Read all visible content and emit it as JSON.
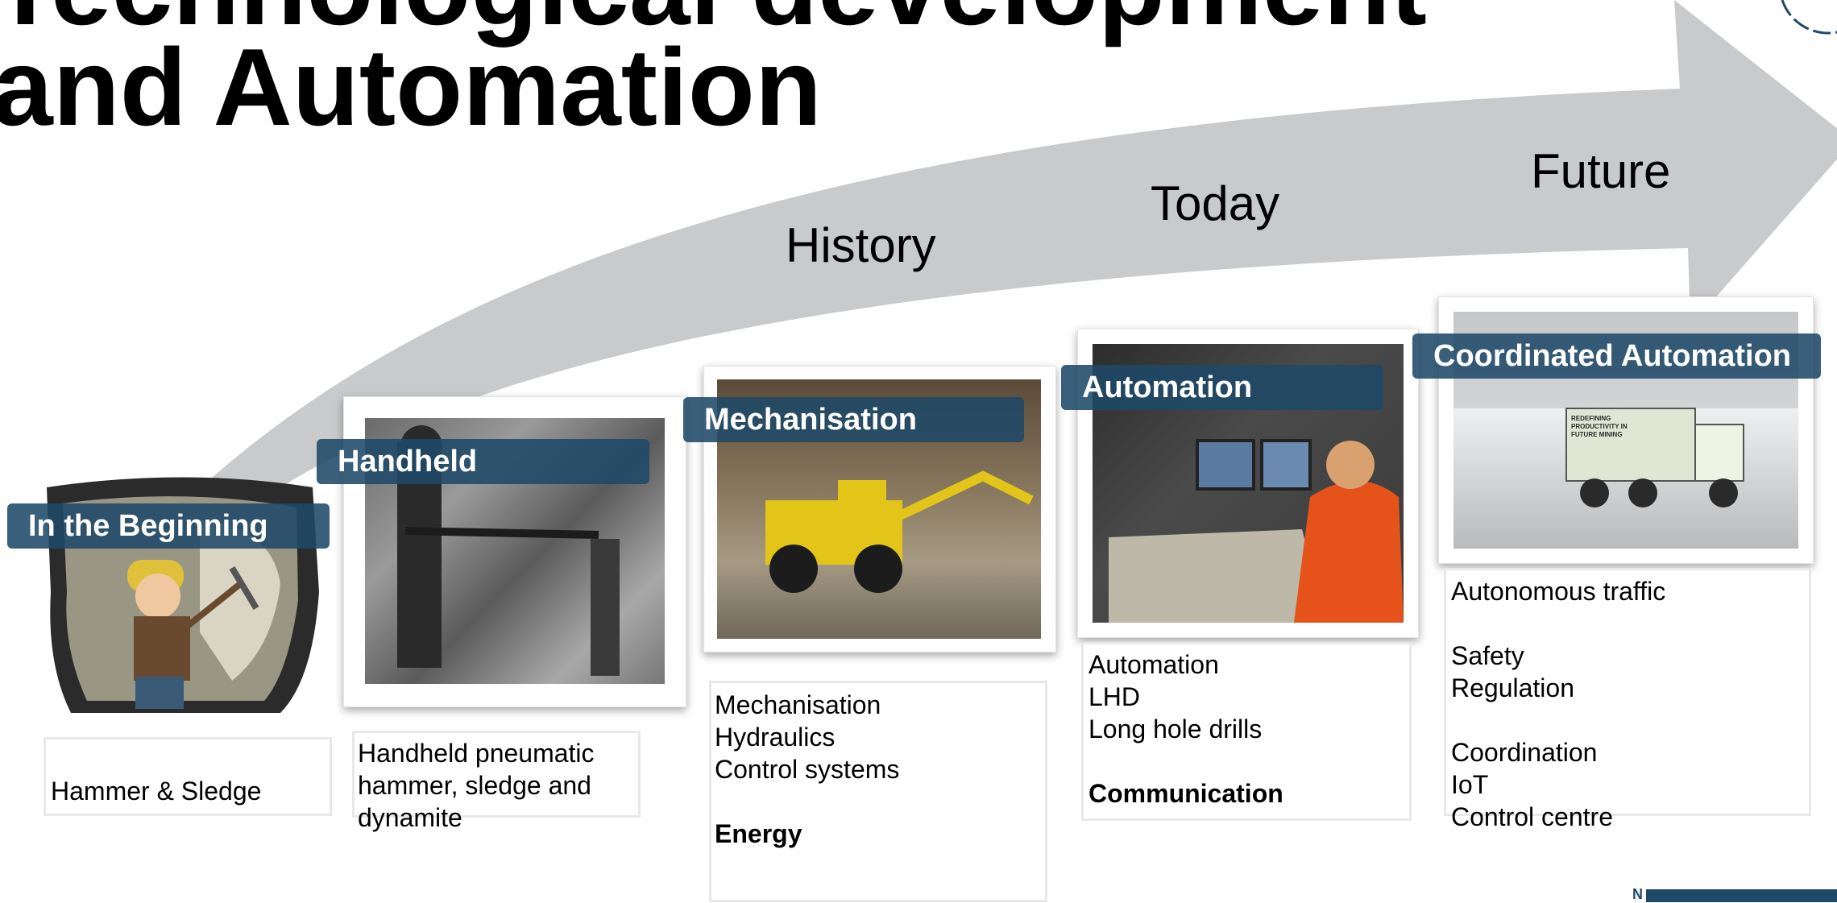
{
  "title": {
    "line1": "Technological development",
    "line2": "and Automation"
  },
  "eras": {
    "history": "History",
    "today": "Today",
    "future": "Future"
  },
  "stages": [
    {
      "label": "In the Beginning",
      "description": [
        "Hammer & Sledge"
      ]
    },
    {
      "label": "Handheld",
      "description": [
        "Handheld  pneumatic",
        "hammer, sledge and",
        "dynamite"
      ]
    },
    {
      "label": "Mechanisation",
      "description": [
        "Mechanisation",
        "Hydraulics",
        "Control systems",
        "",
        "Energy"
      ]
    },
    {
      "label": "Automation",
      "description": [
        "Automation",
        "LHD",
        "Long hole drills",
        "",
        "Communication"
      ]
    },
    {
      "label": "Coordinated Automation",
      "description": [
        "Autonomous traffic",
        "",
        "Safety",
        "Regulation",
        "",
        "Coordination",
        "IoT",
        "Control centre"
      ]
    }
  ],
  "truck_text": [
    "REDEFINING",
    "PRODUCTIVITY IN",
    "FUTURE MINING"
  ],
  "logo_text": "N",
  "colors": {
    "arrow": "#c9cacc",
    "label_bg": "#1f4968",
    "machine_yellow": "#e3c51a",
    "hivis_orange": "#e5531a"
  }
}
